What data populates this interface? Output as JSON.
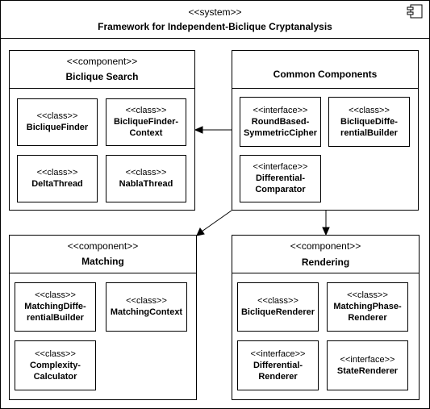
{
  "system": {
    "stereotype": "<<system>>",
    "name": "Framework for Independent-Biclique Cryptanalysis"
  },
  "biclique_search": {
    "stereotype": "<<component>>",
    "name": "Biclique Search",
    "classes": [
      {
        "stereotype": "<<class>>",
        "name": "BicliqueFinder"
      },
      {
        "stereotype": "<<class>>",
        "name": "BicliqueFinder-\nContext"
      },
      {
        "stereotype": "<<class>>",
        "name": "DeltaThread"
      },
      {
        "stereotype": "<<class>>",
        "name": "NablaThread"
      }
    ]
  },
  "common": {
    "name": "Common Components",
    "classes": [
      {
        "stereotype": "<<interface>>",
        "name": "RoundBased-\nSymmetricCipher"
      },
      {
        "stereotype": "<<class>>",
        "name": "BicliqueDiffe-\nrentialBuilder"
      },
      {
        "stereotype": "<<interface>>",
        "name": "Differential-\nComparator"
      }
    ]
  },
  "matching": {
    "stereotype": "<<component>>",
    "name": "Matching",
    "classes": [
      {
        "stereotype": "<<class>>",
        "name": "MatchingDiffe-\nrentialBuilder"
      },
      {
        "stereotype": "<<class>>",
        "name": "MatchingContext"
      },
      {
        "stereotype": "<<class>>",
        "name": "Complexity-\nCalculator"
      }
    ]
  },
  "rendering": {
    "stereotype": "<<component>>",
    "name": "Rendering",
    "classes": [
      {
        "stereotype": "<<class>>",
        "name": "BicliqueRenderer"
      },
      {
        "stereotype": "<<class>>",
        "name": "MatchingPhase-\nRenderer"
      },
      {
        "stereotype": "<<interface>>",
        "name": "Differential-\nRenderer"
      },
      {
        "stereotype": "<<interface>>",
        "name": "StateRenderer"
      }
    ]
  },
  "icons": {
    "system_icon": "component-icon"
  }
}
